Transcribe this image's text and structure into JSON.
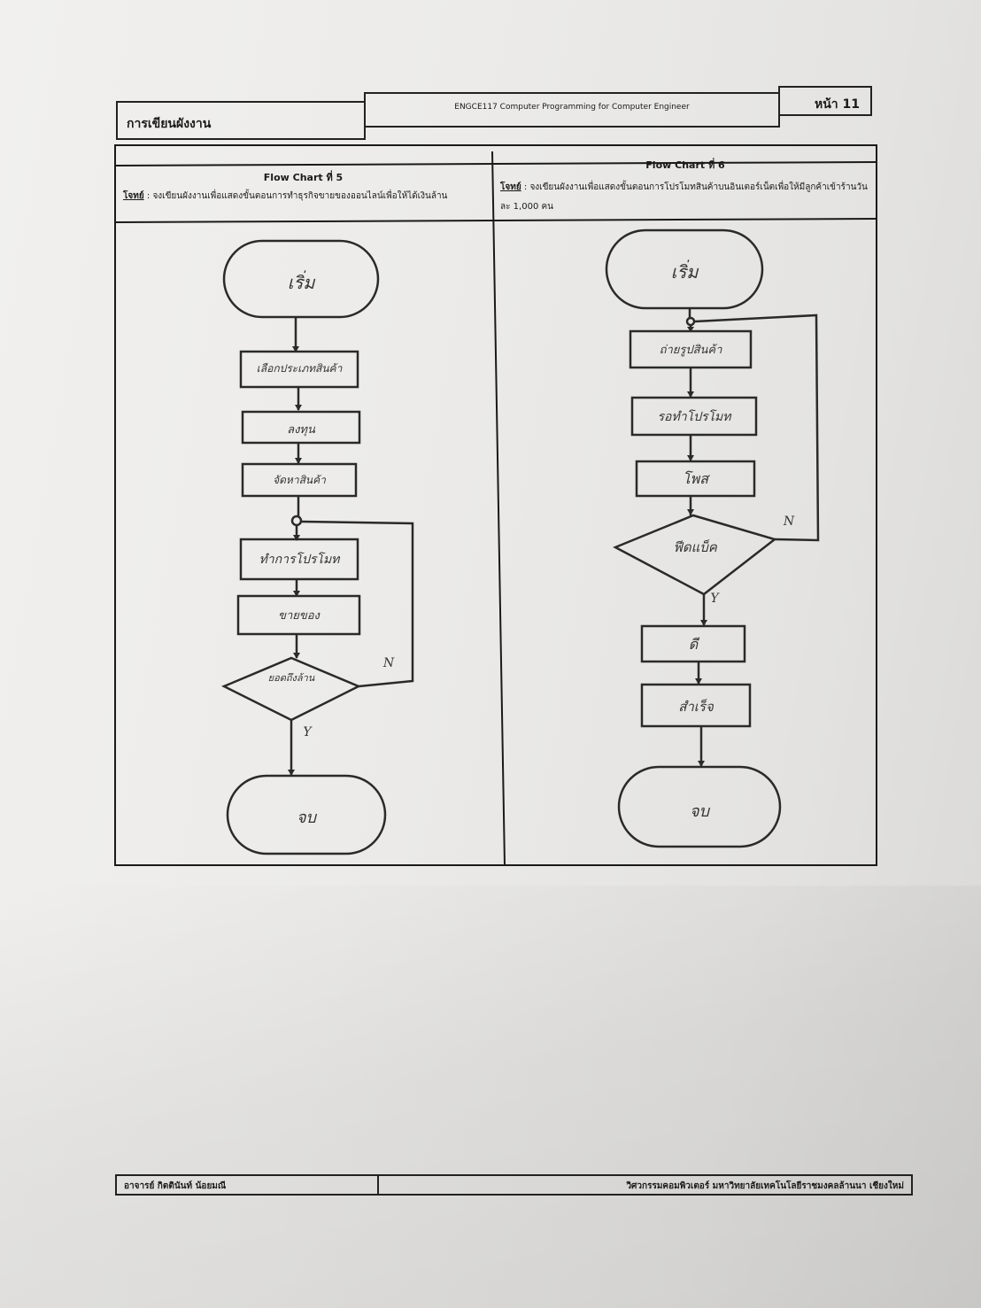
{
  "header": {
    "section_title": "การเขียนผังงาน",
    "course": "ENGCE117 Computer Programming for Computer Engineer",
    "page_label": "หน้า 11"
  },
  "chart5": {
    "heading": "Flow Chart ที่ 5",
    "task_label": "โจทย์",
    "task_sep": ":",
    "task_text": "จงเขียนผังงานเพื่อแสดงขั้นตอนการทำธุรกิจขายของออนไลน์เพื่อให้ได้เงินล้าน",
    "start": "เริ่ม",
    "steps": [
      "เลือกประเภทสินค้า",
      "ลงทุน",
      "จัดหาสินค้า",
      "ทำการโปรโมท",
      "ขายของ"
    ],
    "decision": "ยอดถึงล้าน",
    "no_label": "N",
    "yes_label": "Y",
    "end": "จบ"
  },
  "chart6": {
    "heading": "Flow Chart ที่ 6",
    "task_label": "โจทย์",
    "task_sep": ":",
    "task_text": "จงเขียนผังงานเพื่อแสดงขั้นตอนการโปรโมทสินค้าบนอินเตอร์เน็ตเพื่อให้มีลูกค้าเข้าร้านวันละ 1,000 คน",
    "start": "เริ่ม",
    "steps": [
      "ถ่ายรูปสินค้า",
      "รอทำโปรโมท",
      "โพส"
    ],
    "decision": "ฟีดแบ็ค",
    "no_label": "N",
    "yes_label": "Y",
    "after_steps": [
      "ดี",
      "สำเร็จ"
    ],
    "end": "จบ"
  },
  "footer": {
    "instructor": "อาจารย์ กิตตินันท์ น้อยมณี",
    "department": "วิศวกรรมคอมพิวเตอร์ มหาวิทยาลัยเทคโนโลยีราชมงคลล้านนา เชียงใหม่"
  }
}
